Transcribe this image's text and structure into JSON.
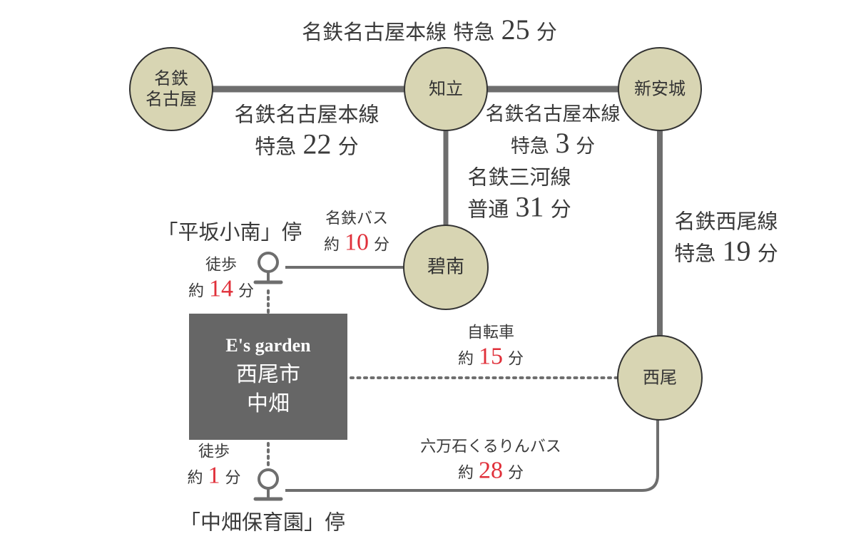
{
  "stations": {
    "nagoya": "名鉄\n名古屋",
    "nagoya_l1": "名鉄",
    "nagoya_l2": "名古屋",
    "chiryu": "知立",
    "shin_anjo": "新安城",
    "hekinan": "碧南",
    "nishio": "西尾"
  },
  "routes": {
    "top": {
      "line": "名鉄名古屋本線",
      "type": "特急",
      "min": "25",
      "unit": "分"
    },
    "nagoya_chiryu": {
      "line": "名鉄名古屋本線",
      "type": "特急",
      "min": "22",
      "unit": "分"
    },
    "chiryu_anjo": {
      "line": "名鉄名古屋本線",
      "type": "特急",
      "min": "3",
      "unit": "分"
    },
    "mikawa": {
      "line": "名鉄三河線",
      "type": "普通",
      "min": "31",
      "unit": "分"
    },
    "nishio_line": {
      "line": "名鉄西尾線",
      "type": "特急",
      "min": "19",
      "unit": "分"
    },
    "bus": {
      "line": "名鉄バス",
      "approx": "約",
      "min": "10",
      "unit": "分"
    },
    "bicycle": {
      "line": "自転車",
      "approx": "約",
      "min": "15",
      "unit": "分"
    },
    "rokumangoku": {
      "line": "六万石くるりんバス",
      "approx": "約",
      "min": "28",
      "unit": "分"
    }
  },
  "stops": {
    "hirasaka": "「平坂小南」停",
    "nakabata": "「中畑保育園」停",
    "walk1": {
      "label": "徒歩",
      "approx": "約",
      "min": "14",
      "unit": "分"
    },
    "walk2": {
      "label": "徒歩",
      "approx": "約",
      "min": "1",
      "unit": "分"
    }
  },
  "property": {
    "brand": "E's garden",
    "line1": "西尾市",
    "line2": "中畑"
  },
  "colors": {
    "station_fill": "#d8d5b3",
    "line": "#6e6e6e",
    "box": "#666666",
    "accent": "#e0303a"
  }
}
